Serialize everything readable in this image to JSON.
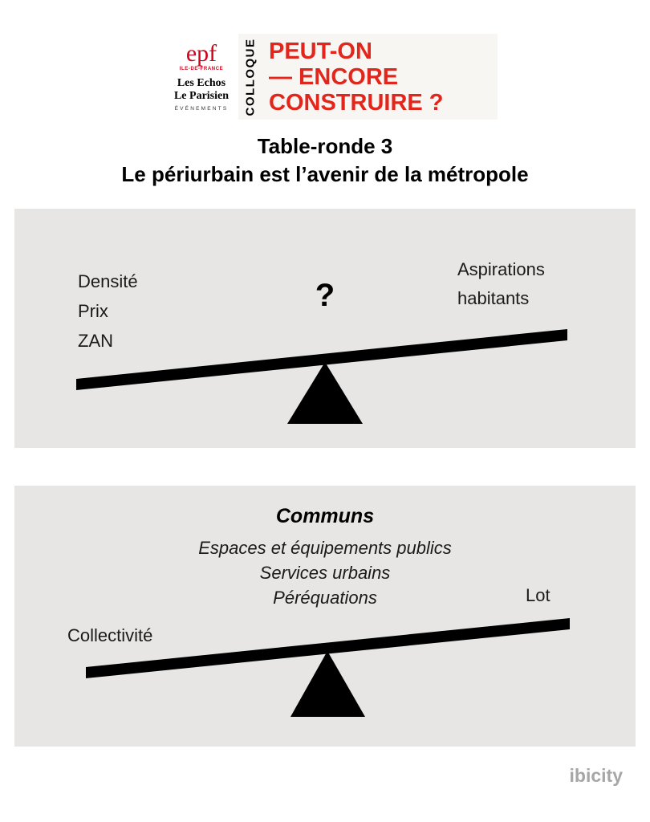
{
  "logo": {
    "epf": "epf",
    "epf_region": "ILE-DE-FRANCE",
    "les_echos": "Les Echos",
    "le_parisien": "Le Parisien",
    "evenements": "ÉVÉNEMENTS",
    "colloque": "COLLOQUE",
    "title_line1": "PEUT-ON",
    "title_line2": "— ENCORE",
    "title_line3": "CONSTRUIRE ?",
    "accent_red": "#e2261c"
  },
  "title": {
    "line1": "Table-ronde 3",
    "line2": "Le périurbain est l’avenir de la métropole"
  },
  "panel1": {
    "left_items": [
      "Densité",
      "Prix",
      "ZAN"
    ],
    "center_label": "?",
    "right_label": "Aspirations habitants"
  },
  "panel2": {
    "title": "Communs",
    "items": [
      "Espaces et équipements publics",
      "Services urbains",
      "Péréquations"
    ],
    "right_label": "Lot",
    "left_label": "Collectivité"
  },
  "footer": {
    "brand": "ibicity"
  },
  "colors": {
    "panel_background": "#e7e6e4",
    "seesaw": "#000000"
  }
}
